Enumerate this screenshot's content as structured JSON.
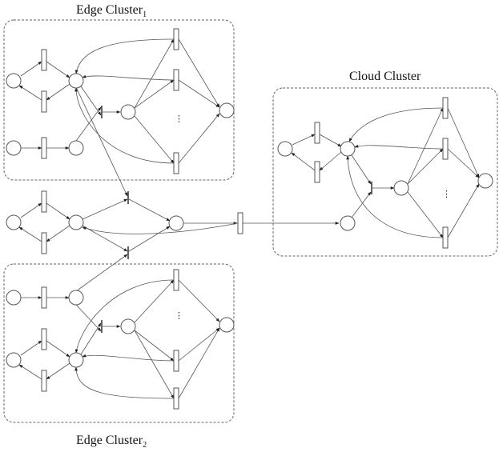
{
  "clusters": {
    "edge1": {
      "title": "Edge Cluster",
      "subscript": "1"
    },
    "cloud": {
      "title": "Cloud Cluster"
    },
    "edge2": {
      "title": "Edge Cluster",
      "subscript": "2"
    }
  },
  "ellipsis": "⋮",
  "colors": {
    "stroke": "#555555",
    "cluster_border": "#666666",
    "background": "#ffffff"
  }
}
